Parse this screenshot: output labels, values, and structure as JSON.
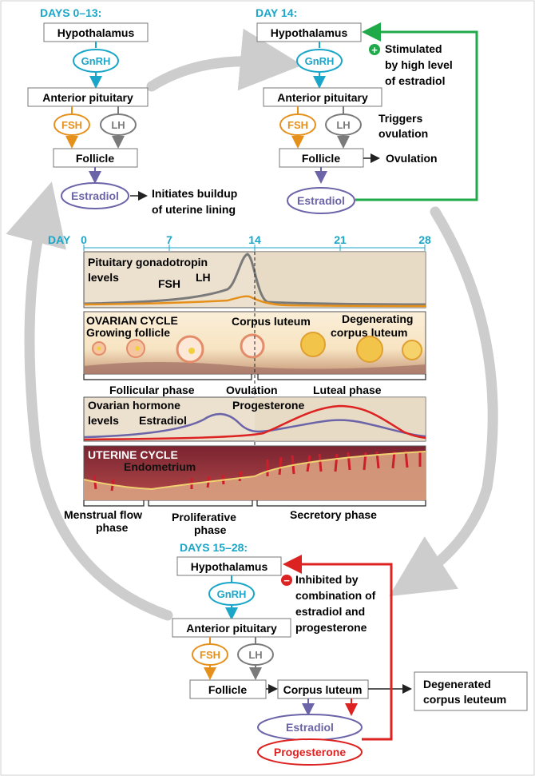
{
  "colors": {
    "teal": "#19a6c8",
    "fsh": "#e6901c",
    "lh": "#808080",
    "estradiol": "#6b64a8",
    "progesterone": "#dd2222",
    "green": "#1faa49",
    "cycle_arrow": "#cdcdcd",
    "panel_bg": "#ece0cf"
  },
  "days_0_13": {
    "header": "DAYS 0–13:",
    "hypothalamus": "Hypothalamus",
    "gnrh": "GnRH",
    "anterior_pituitary": "Anterior pituitary",
    "fsh": "FSH",
    "lh": "LH",
    "follicle": "Follicle",
    "estradiol": "Estradiol",
    "note_line1": "Initiates buildup",
    "note_line2": "of uterine lining"
  },
  "day_14": {
    "header": "DAY 14:",
    "hypothalamus": "Hypothalamus",
    "gnrh": "GnRH",
    "anterior_pituitary": "Anterior pituitary",
    "fsh": "FSH",
    "lh": "LH",
    "follicle": "Follicle",
    "estradiol": "Estradiol",
    "feedback_sign": "+",
    "stim_line1": "Stimulated",
    "stim_line2": "by high level",
    "stim_line3": "of estradiol",
    "triggers_line1": "Triggers",
    "triggers_line2": "ovulation",
    "ovulation": "Ovulation"
  },
  "timeline": {
    "day_label": "DAY",
    "ticks": [
      "0",
      "7",
      "14",
      "21",
      "28"
    ]
  },
  "gonadotropin_panel": {
    "title_line1": "Pituitary gonadotropin",
    "title_line2": "levels",
    "fsh_label": "FSH",
    "lh_label": "LH"
  },
  "ovarian_panel": {
    "title": "OVARIAN CYCLE",
    "growing_follicle": "Growing follicle",
    "corpus_luteum": "Corpus luteum",
    "degenerating_line1": "Degenerating",
    "degenerating_line2": "corpus luteum",
    "follicular_phase": "Follicular phase",
    "ovulation": "Ovulation",
    "luteal_phase": "Luteal phase"
  },
  "hormone_panel": {
    "title_line1": "Ovarian hormone",
    "title_line2": "levels",
    "estradiol_label": "Estradiol",
    "progesterone_label": "Progesterone"
  },
  "uterine_panel": {
    "title": "UTERINE CYCLE",
    "endometrium": "Endometrium",
    "menstrual_line1": "Menstrual flow",
    "menstrual_line2": "phase",
    "proliferative_line1": "Proliferative",
    "proliferative_line2": "phase",
    "secretory": "Secretory phase"
  },
  "days_15_28": {
    "header": "DAYS 15–28:",
    "hypothalamus": "Hypothalamus",
    "gnrh": "GnRH",
    "anterior_pituitary": "Anterior pituitary",
    "fsh": "FSH",
    "lh": "LH",
    "follicle": "Follicle",
    "corpus_luteum": "Corpus luteum",
    "degenerated_line1": "Degenerated",
    "degenerated_line2": "corpus leuteum",
    "estradiol": "Estradiol",
    "progesterone": "Progesterone",
    "feedback_sign": "−",
    "inhib_line1": "Inhibited by",
    "inhib_line2": "combination of",
    "inhib_line3": "estradiol and",
    "inhib_line4": "progesterone"
  }
}
